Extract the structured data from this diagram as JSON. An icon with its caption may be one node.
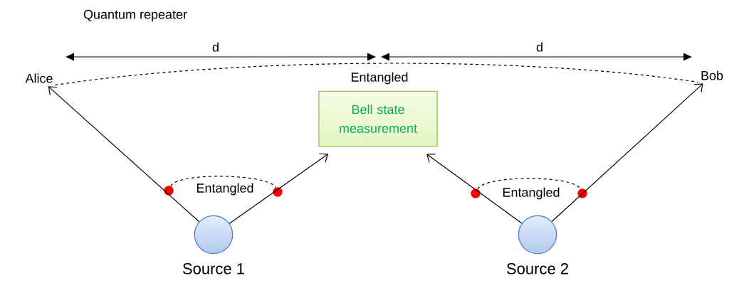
{
  "diagram": {
    "nodes": [
      {
        "text": [
          "Alice"
        ]
      },
      {
        "text": [
          "Bob"
        ]
      },
      {
        "text": [
          "Bell state measurement"
        ]
      },
      {
        "text": [
          "Source 1"
        ]
      },
      {
        "text": [
          "Source 2"
        ]
      },
      {
        "text": [],
        "shape": "circle"
      },
      {
        "text": [],
        "shape": "circle"
      },
      {
        "text": [],
        "shape": "circle"
      },
      {
        "text": [],
        "shape": "circle"
      }
    ],
    "edges": [
      {
        "from": 0,
        "to": 1,
        "arrow": "none",
        "style": "dashed",
        "label": "Entangled"
      },
      {
        "from": 3,
        "to": 0,
        "arrow": "to"
      },
      {
        "from": 3,
        "to": 2,
        "arrow": "to"
      },
      {
        "from": 4,
        "to": 2,
        "arrow": "to"
      },
      {
        "from": 4,
        "to": 1,
        "arrow": "to"
      },
      {
        "from": 5,
        "to": 6,
        "arrow": "none",
        "style": "dashed",
        "label": "Entangled"
      },
      {
        "from": 7,
        "to": 8,
        "arrow": "none",
        "style": "dashed",
        "label": "Entangled"
      }
    ],
    "labels": [
      "Quantum repeater",
      "d",
      "d"
    ]
  }
}
